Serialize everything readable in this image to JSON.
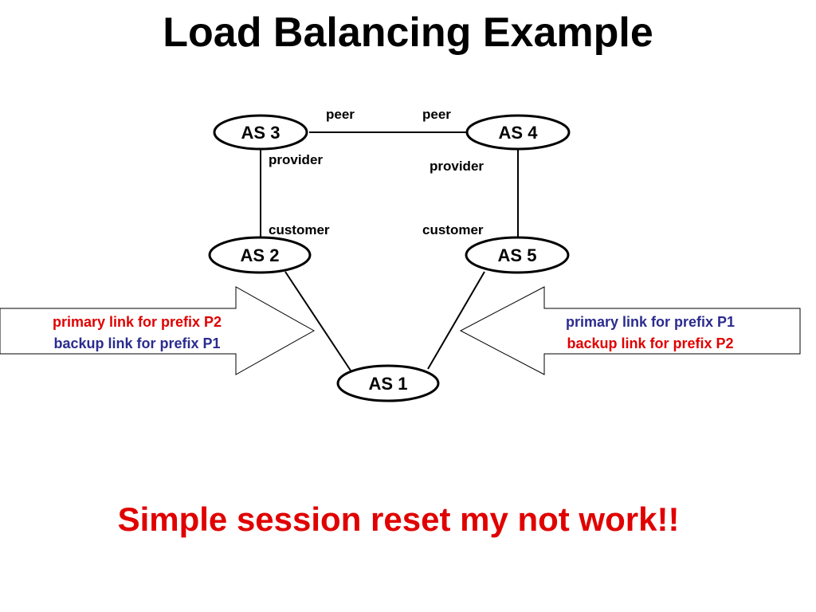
{
  "title": "Load Balancing Example",
  "nodes": {
    "as3": "AS 3",
    "as4": "AS 4",
    "as2": "AS 2",
    "as5": "AS 5",
    "as1": "AS 1"
  },
  "relationships": {
    "peer_left": "peer",
    "peer_right": "peer",
    "provider_left": "provider",
    "provider_right": "provider",
    "customer_left": "customer",
    "customer_right": "customer"
  },
  "left_arrow": {
    "line1_prefix": "primary link for prefix ",
    "line1_prefix_id": "P2",
    "line2_prefix": "backup link for prefix ",
    "line2_prefix_id": "P1"
  },
  "right_arrow": {
    "line1_prefix": "primary link for prefix ",
    "line1_prefix_id": "P1",
    "line2_prefix": "backup link for prefix ",
    "line2_prefix_id": "P2"
  },
  "footer": "Simple session reset my not work!!",
  "colors": {
    "prefix_p1": "#2b2b8f",
    "prefix_p2": "#e00000",
    "footer": "#e00000",
    "outline": "#000000"
  }
}
